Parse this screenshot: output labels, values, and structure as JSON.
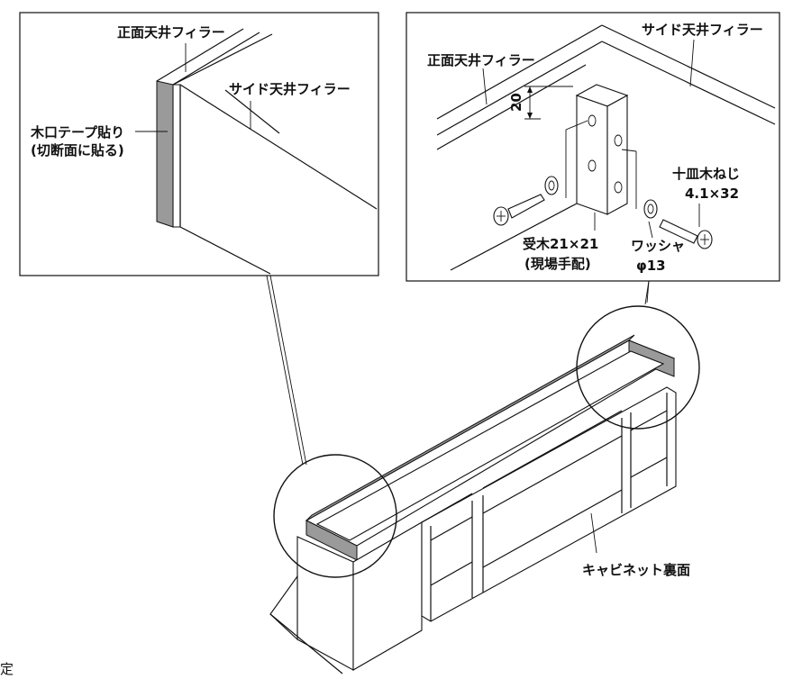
{
  "left_callout": {
    "front_filler": "正面天井フィラー",
    "side_filler": "サイド天井フィラー",
    "tape_line1": "木口テープ貼り",
    "tape_line2": "(切断面に貼る)"
  },
  "right_callout": {
    "side_filler": "サイド天井フィラー",
    "front_filler": "正面天井フィラー",
    "dimension": "20",
    "screw_line1": "十皿木ねじ",
    "screw_line2": "4.1×32",
    "support_line1": "受木21×21",
    "support_line2": "(現場手配)",
    "washer_line1": "ワッシャ",
    "washer_line2": "φ13"
  },
  "main": {
    "cabinet_back": "キャビネット裏面",
    "edge_char": "定"
  }
}
